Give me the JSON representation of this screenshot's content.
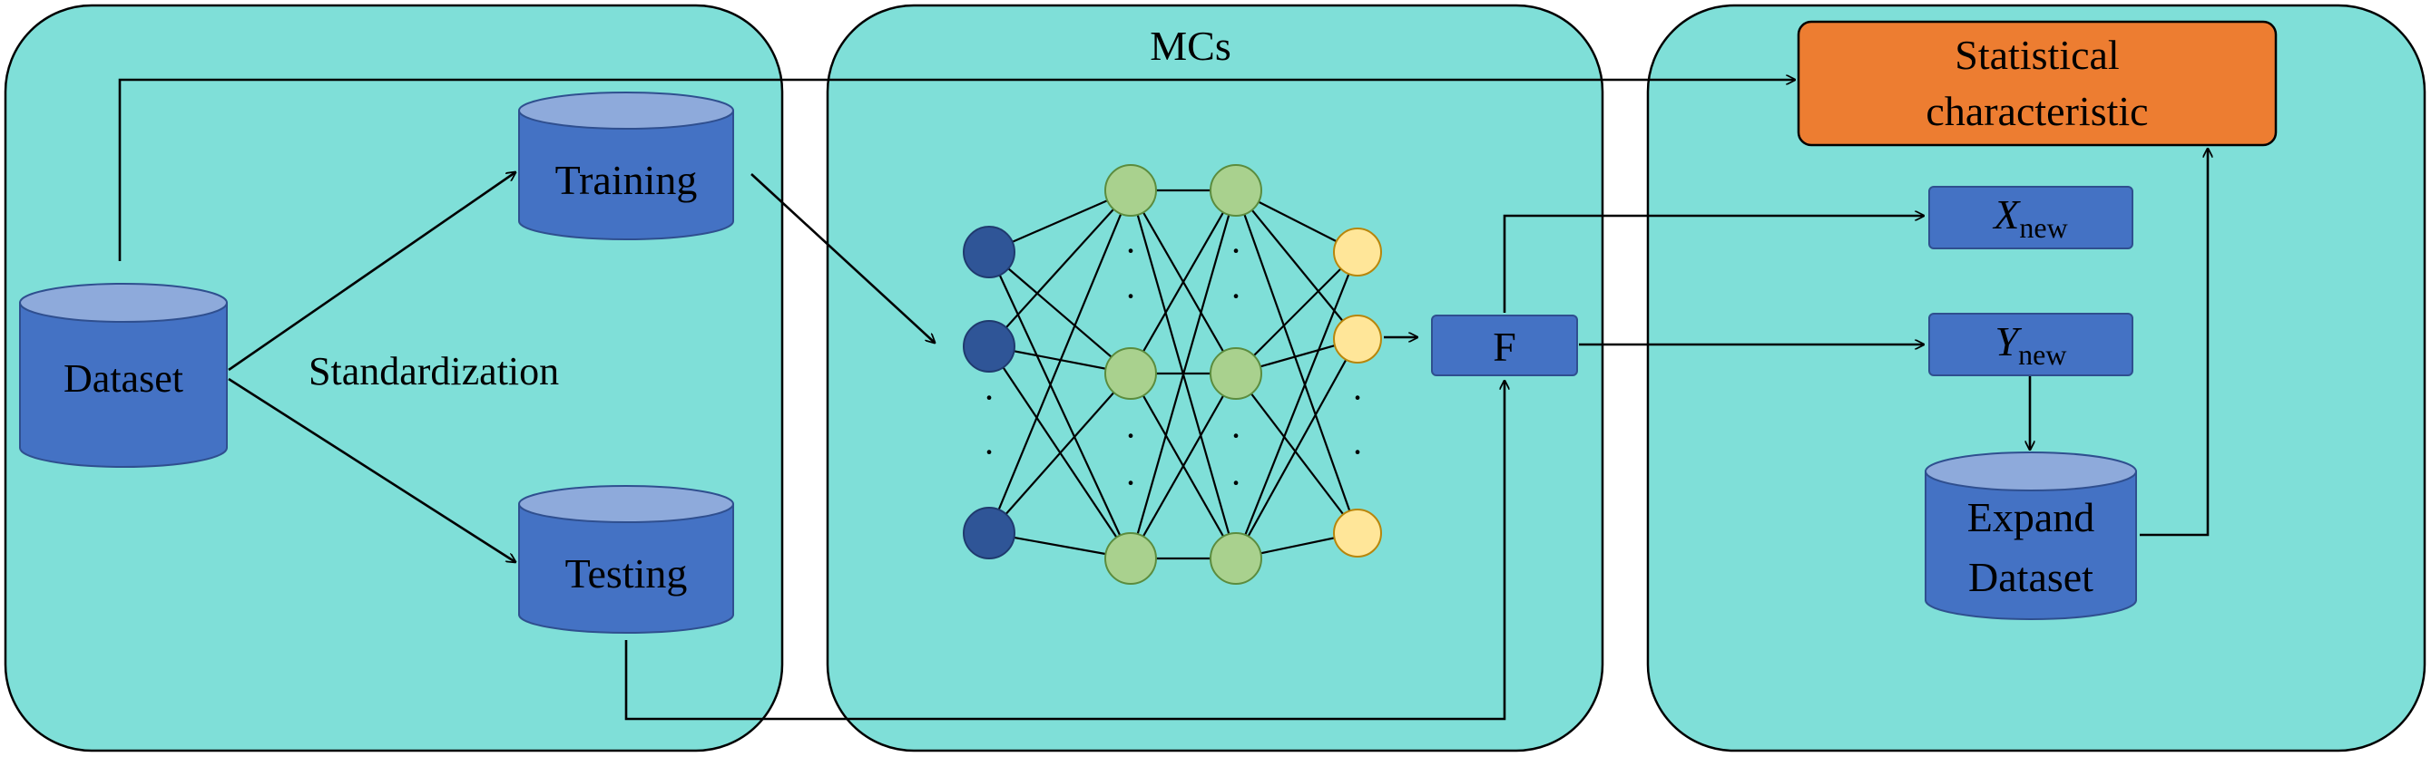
{
  "colors": {
    "panel": "#7fdfd8",
    "cylinder_body": "#4472c4",
    "cylinder_top": "#8eaadb",
    "box": "#4472c4",
    "highlight": "#ed7d31",
    "input_node": "#2f5597",
    "hidden_node": "#a9d18e",
    "output_node": "#ffe699",
    "stroke": "#000000"
  },
  "panels": {
    "left": {
      "label": ""
    },
    "middle": {
      "label": "MCs"
    },
    "right": {
      "label": ""
    }
  },
  "nodes": {
    "dataset": "Dataset",
    "training": "Training",
    "testing": "Testing",
    "standardization": "Standardization",
    "f_box": "F",
    "statistical_line1": "Statistical",
    "statistical_line2": "characteristic",
    "x_new_var": "X",
    "x_new_sub": "new",
    "y_new_var": "Y",
    "y_new_sub": "new",
    "expand_line1": "Expand",
    "expand_line2": "Dataset"
  },
  "network": {
    "layer_sizes": [
      3,
      3,
      3,
      3
    ],
    "ellipsis": "·"
  }
}
